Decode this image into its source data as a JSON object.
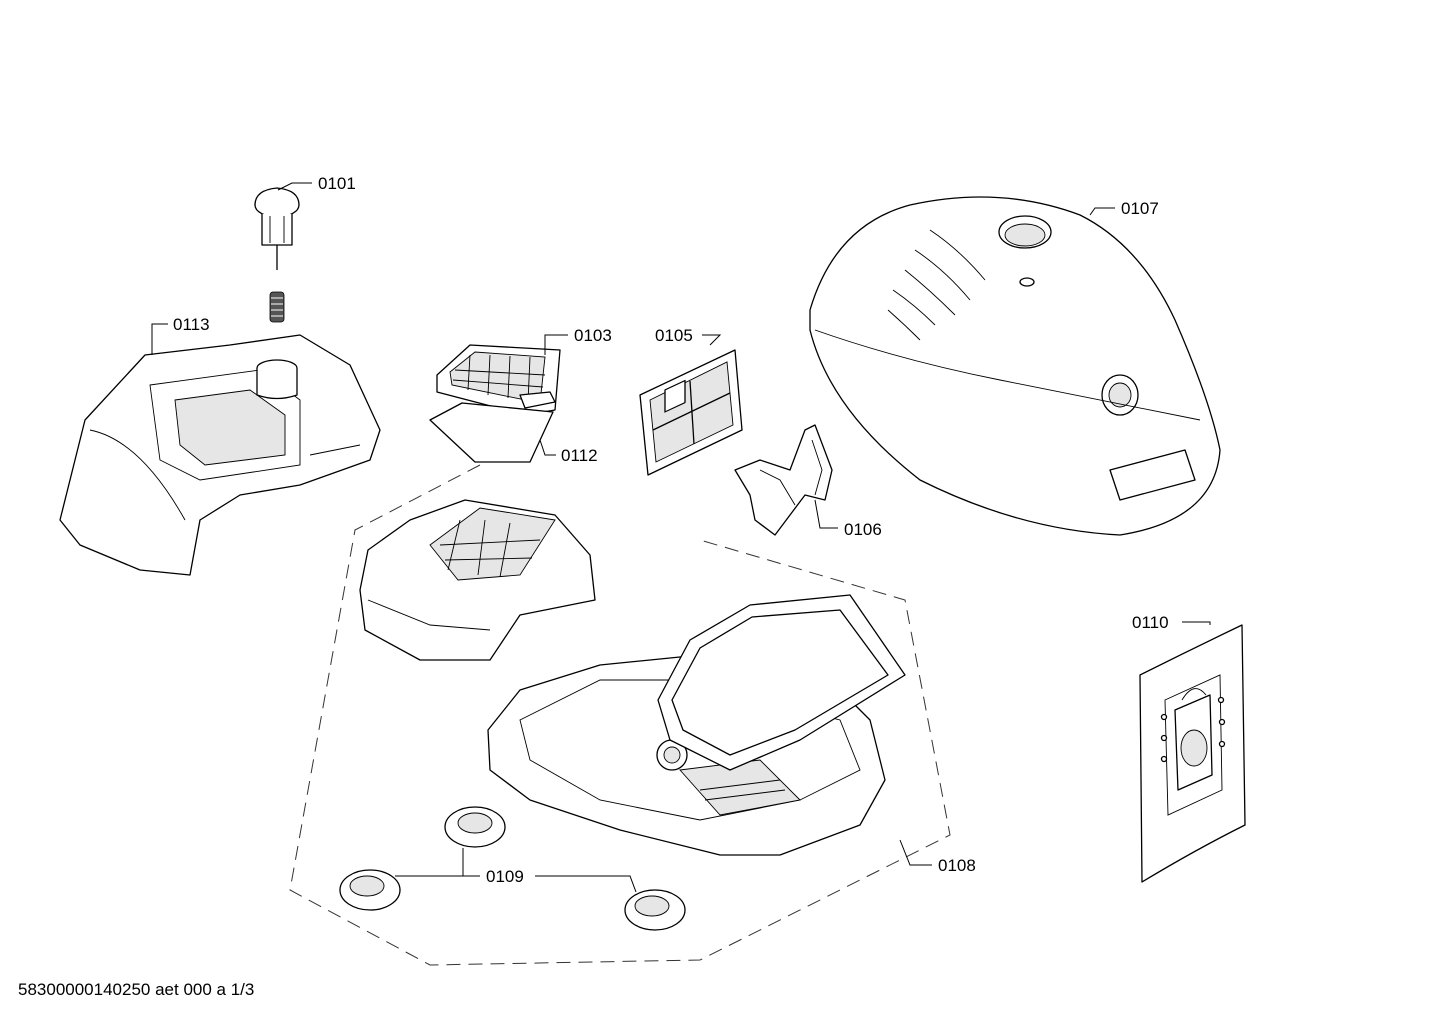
{
  "callouts": {
    "c0101": "0101",
    "c0103": "0103",
    "c0105": "0105",
    "c0106": "0106",
    "c0107": "0107",
    "c0108": "0108",
    "c0109": "0109",
    "c0110": "0110",
    "c0112": "0112",
    "c0113": "0113"
  },
  "footer": "58300000140250 aet 000 a 1/3"
}
